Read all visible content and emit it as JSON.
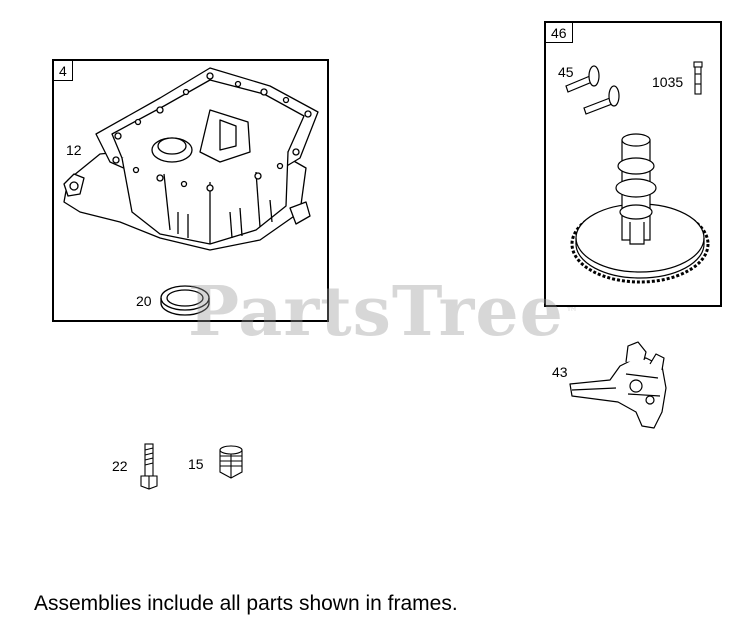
{
  "frames": {
    "sump_frame_label": "4",
    "camshaft_frame_label": "46"
  },
  "callouts": {
    "sump": "12",
    "seal": "20",
    "tappet": "45",
    "compression_release_pin": "1035",
    "governor_bracket": "43",
    "bolt": "22",
    "plug": "15"
  },
  "watermark": {
    "text": "PartsTree",
    "trademark": "™"
  },
  "footer": "Assemblies include all parts shown in frames.",
  "colors": {
    "line": "#000000",
    "watermark": "#969696",
    "background": "#ffffff"
  }
}
